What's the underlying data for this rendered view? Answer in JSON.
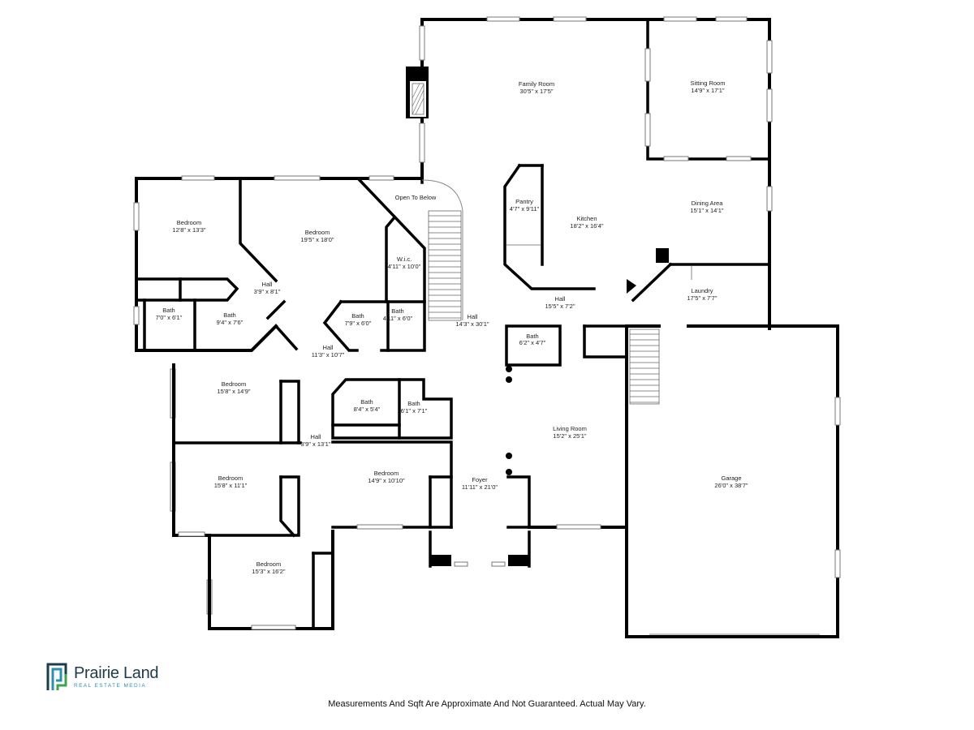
{
  "rooms": {
    "family_room": {
      "name": "Family Room",
      "dim": "30'5\" x 17'5\""
    },
    "sitting_room": {
      "name": "Sitting Room",
      "dim": "14'9\" x 17'1\""
    },
    "pantry": {
      "name": "Pantry",
      "dim": "4'7\" x 9'11\""
    },
    "kitchen": {
      "name": "Kitchen",
      "dim": "18'2\" x 16'4\""
    },
    "dining_area": {
      "name": "Dining Area",
      "dim": "15'1\" x 14'1\""
    },
    "laundry": {
      "name": "Laundry",
      "dim": "17'5\" x 7'7\""
    },
    "hall_center": {
      "name": "Hall",
      "dim": "15'5\" x 7'2\""
    },
    "bath_center": {
      "name": "Bath",
      "dim": "6'2\" x 4'7\""
    },
    "living_room": {
      "name": "Living Room",
      "dim": "15'2\" x 25'1\""
    },
    "garage": {
      "name": "Garage",
      "dim": "26'0\" x 38'7\""
    },
    "foyer": {
      "name": "Foyer",
      "dim": "11'11\" x 21'0\""
    },
    "bedroom_nw": {
      "name": "Bedroom",
      "dim": "12'8\" x 13'3\""
    },
    "bedroom_master": {
      "name": "Bedroom",
      "dim": "19'5\" x 18'0\""
    },
    "wic": {
      "name": "W.i.c.",
      "dim": "4'11\" x 10'0\""
    },
    "hall_a": {
      "name": "Hall",
      "dim": "3'9\" x 8'1\""
    },
    "bath_a": {
      "name": "Bath",
      "dim": "7'0\" x 6'1\""
    },
    "bath_b": {
      "name": "Bath",
      "dim": "9'4\" x 7'6\""
    },
    "bath_c": {
      "name": "Bath",
      "dim": "7'9\" x 6'0\""
    },
    "bath_d": {
      "name": "Bath",
      "dim": "4'11\" x 6'0\""
    },
    "hall_stair": {
      "name": "Hall",
      "dim": "14'3\" x 30'1\""
    },
    "hall_b": {
      "name": "Hall",
      "dim": "11'3\" x 10'7\""
    },
    "bedroom_w1": {
      "name": "Bedroom",
      "dim": "15'8\" x 14'9\""
    },
    "bath_e": {
      "name": "Bath",
      "dim": "8'4\" x 5'4\""
    },
    "bath_f": {
      "name": "Bath",
      "dim": "6'1\" x 7'1\""
    },
    "hall_c": {
      "name": "Hall",
      "dim": "3'9\" x 13'1\""
    },
    "bedroom_w2": {
      "name": "Bedroom",
      "dim": "15'8\" x 11'1\""
    },
    "bedroom_mid": {
      "name": "Bedroom",
      "dim": "14'9\" x 10'10\""
    },
    "bedroom_sw": {
      "name": "Bedroom",
      "dim": "15'3\" x 16'2\""
    }
  },
  "labels": {
    "open_to_below": "Open To Below"
  },
  "logo": {
    "title": "Prairie Land",
    "subtitle": "REAL ESTATE MEDIA",
    "color": "#2a8fb0"
  },
  "footer": {
    "disclaimer": "Measurements And Sqft Are Approximate And Not Guaranteed. Actual May Vary."
  }
}
